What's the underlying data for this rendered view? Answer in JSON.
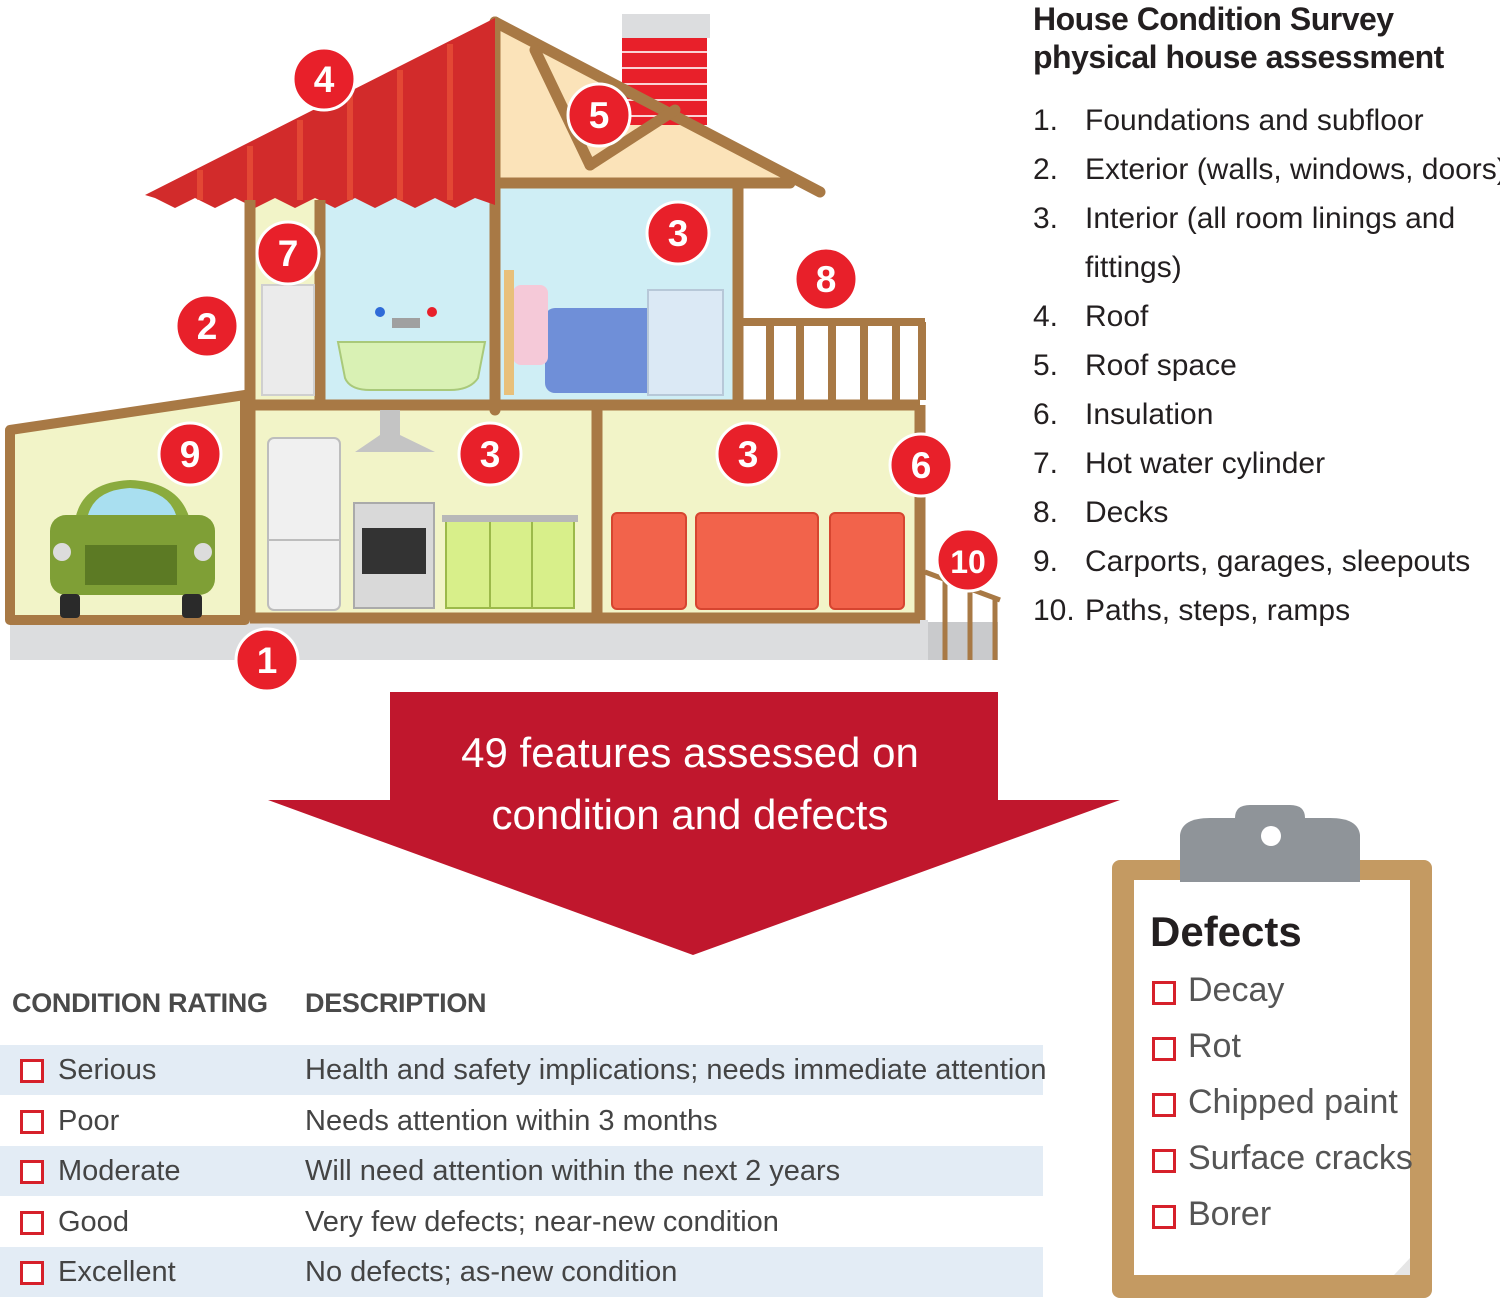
{
  "legend": {
    "title_line1": "House Condition Survey",
    "title_line2": "physical house assessment",
    "items": [
      {
        "num": "1.",
        "label": "Foundations and subfloor"
      },
      {
        "num": "2.",
        "label": "Exterior (walls, windows, doors)"
      },
      {
        "num": "3.",
        "label": "Interior (all room linings and fittings)"
      },
      {
        "num": "4.",
        "label": "Roof"
      },
      {
        "num": "5.",
        "label": "Roof space"
      },
      {
        "num": "6.",
        "label": "Insulation"
      },
      {
        "num": "7.",
        "label": "Hot water cylinder"
      },
      {
        "num": "8.",
        "label": "Decks"
      },
      {
        "num": "9.",
        "label": "Carports, garages, sleepouts"
      },
      {
        "num": "10.",
        "label": "Paths, steps, ramps"
      }
    ]
  },
  "house_markers": [
    "4",
    "5",
    "3",
    "7",
    "8",
    "2",
    "9",
    "3",
    "3",
    "6",
    "10",
    "1"
  ],
  "arrow": {
    "line1": "49 features assessed on",
    "line2": "condition and defects"
  },
  "condition_table": {
    "header_rating": "CONDITION RATING",
    "header_description": "DESCRIPTION",
    "rows": [
      {
        "rating": "Serious",
        "description": "Health and safety implications; needs immediate attention"
      },
      {
        "rating": "Poor",
        "description": "Needs attention within 3 months"
      },
      {
        "rating": "Moderate",
        "description": "Will need attention within the next 2 years"
      },
      {
        "rating": "Good",
        "description": "Very few defects; near-new condition"
      },
      {
        "rating": "Excellent",
        "description": "No defects; as-new condition"
      }
    ]
  },
  "defects": {
    "title": "Defects",
    "items": [
      "Decay",
      "Rot",
      "Chipped paint",
      "Surface cracks",
      "Borer"
    ]
  },
  "colors": {
    "marker_red": "#e8202a",
    "arrow_red": "#c0172d",
    "frame_brown": "#a87945",
    "checkbox_red": "#d6202a",
    "row_shade": "#e3ecf5",
    "clipboard_brown": "#c49a62"
  }
}
